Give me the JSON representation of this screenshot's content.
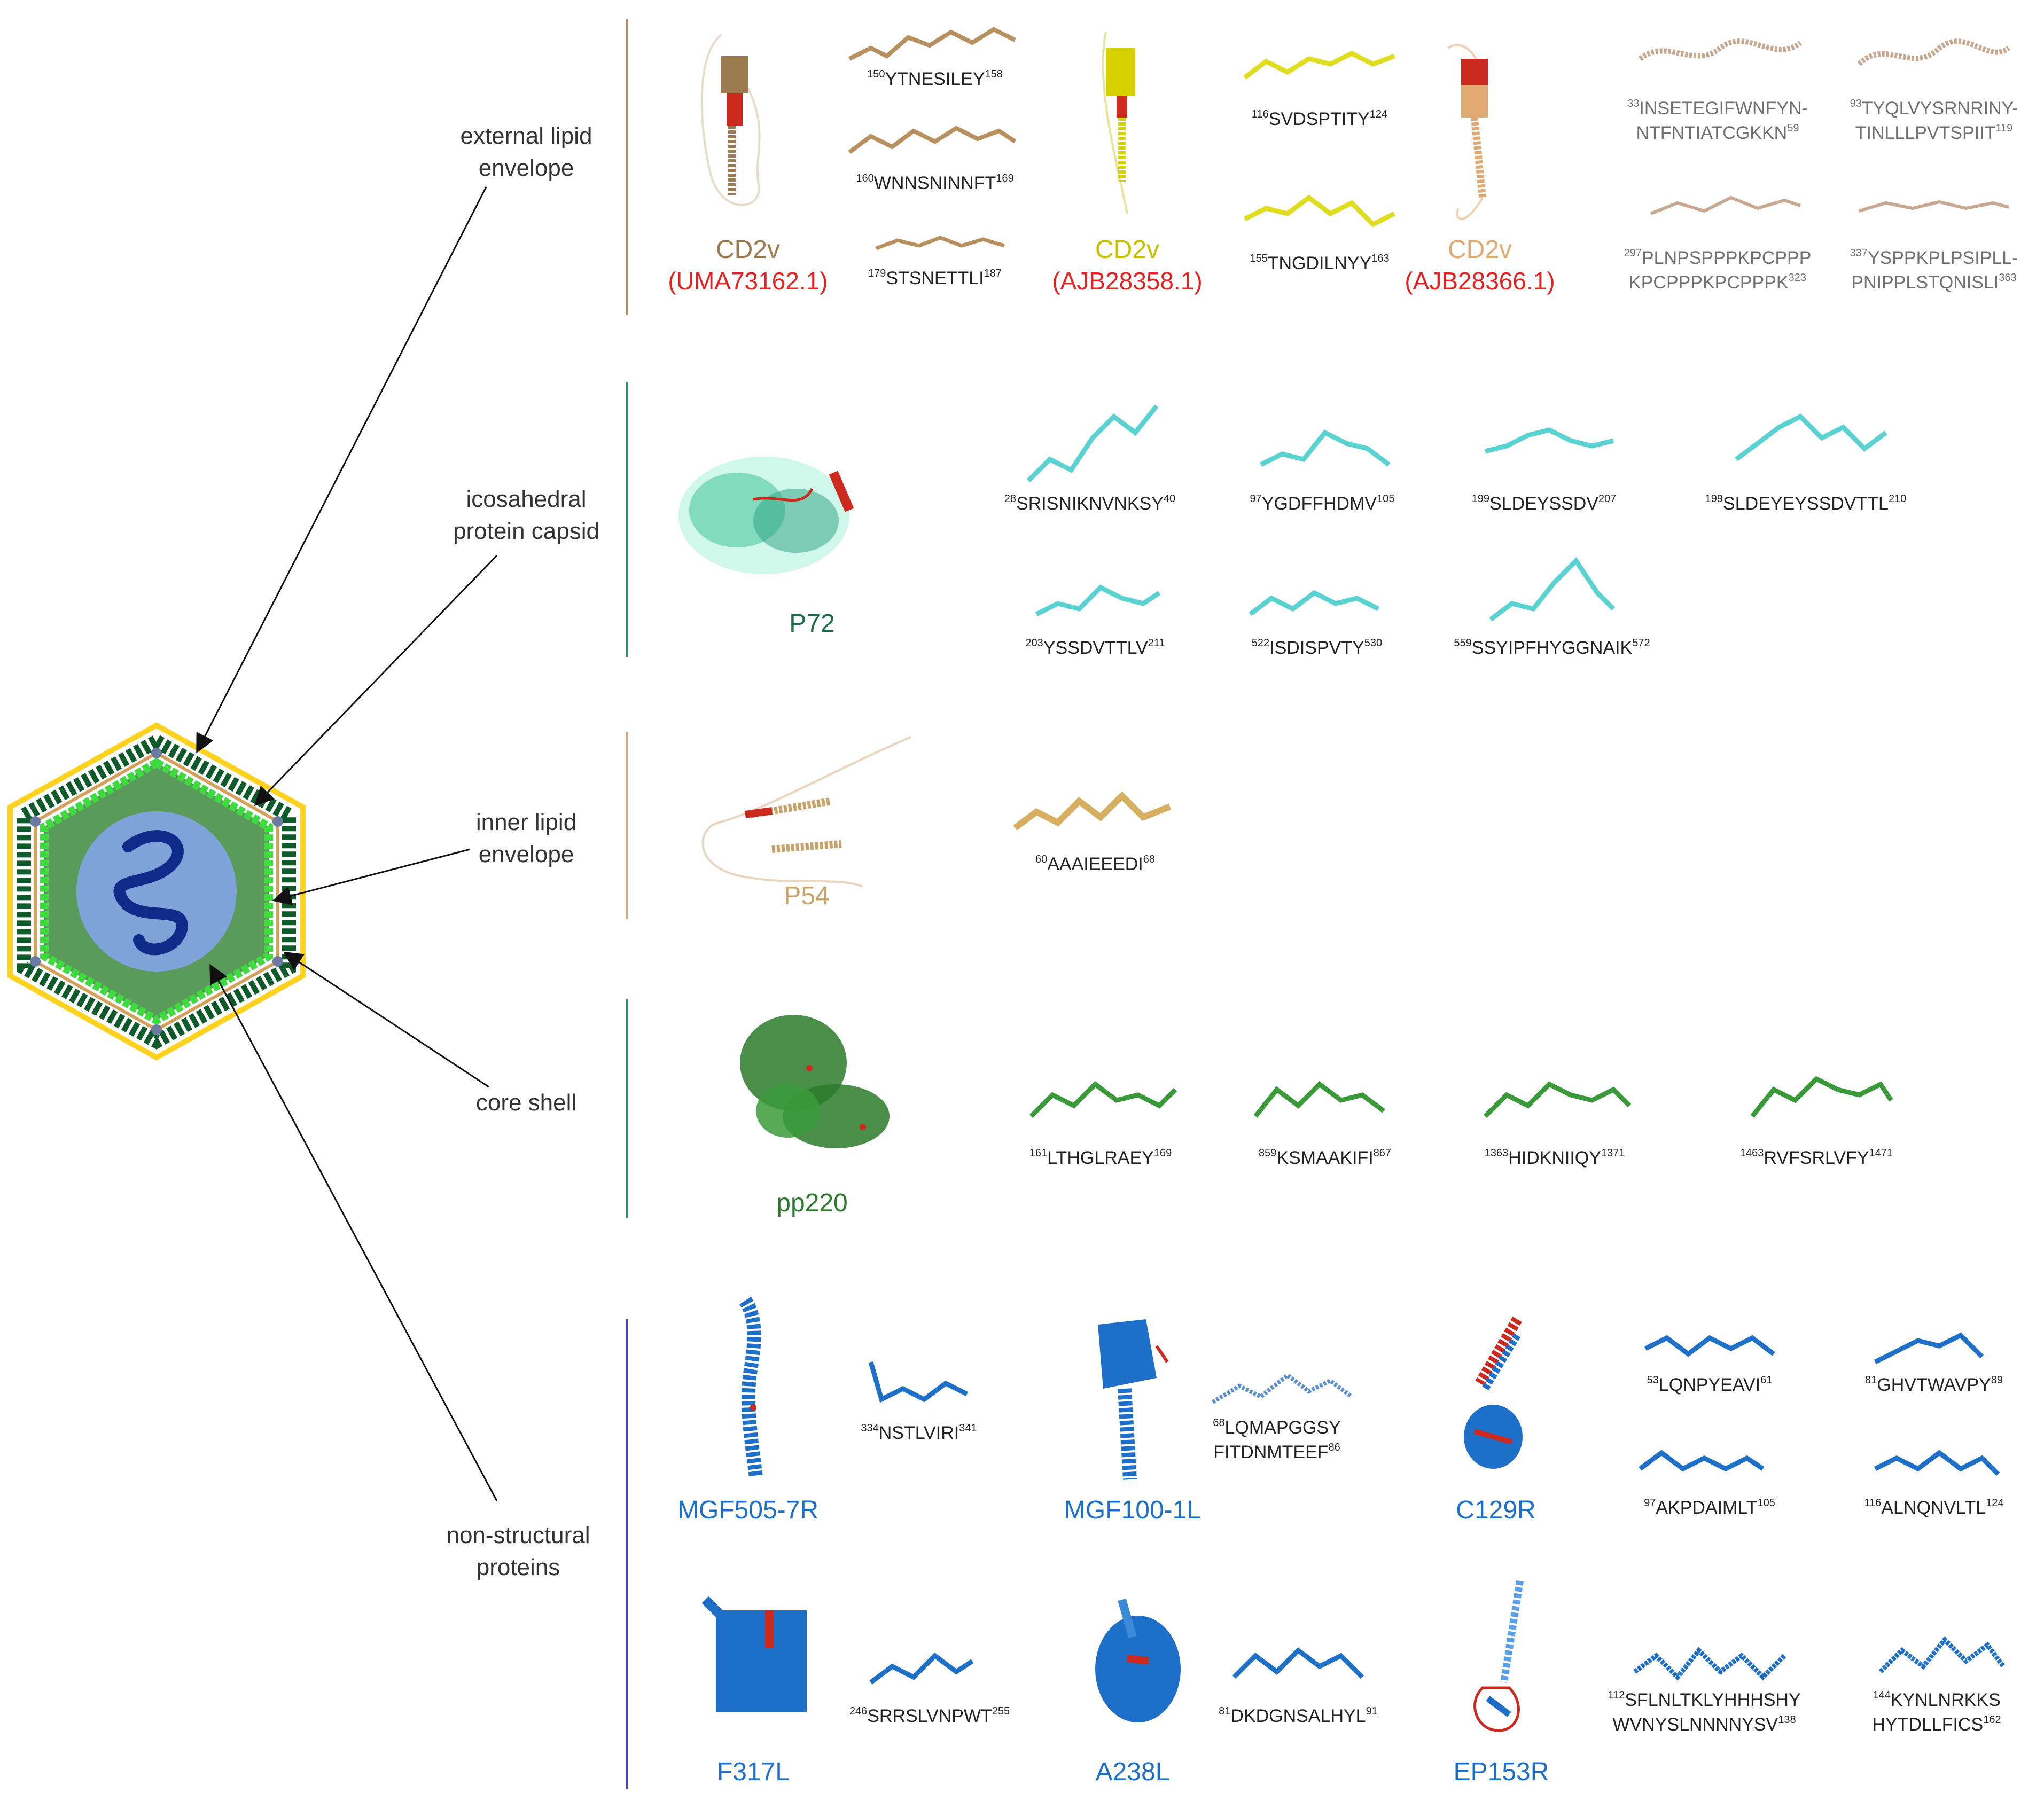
{
  "colors": {
    "cd2v_uma": "#9b7b4f",
    "cd2v_ajb58": "#c8c000",
    "cd2v_ajb66": "#e0aa70",
    "accession": "#e32222",
    "p72": "#1b6e46",
    "p54": "#c9a26a",
    "pp220": "#2a7a2a",
    "nonstruct": "#1e6fc8",
    "line_envelope": "#b98a6a",
    "line_capsid": "#2f8f6f",
    "line_inner": "#d8a67a",
    "line_core": "#2f8f6f",
    "line_nonstruct": "#4a4ab0",
    "hex_yellow": "#ffd21f",
    "hex_darkgreen": "#0f5a2a",
    "hex_lightgreen": "#3ddb3d",
    "hex_core": "#5a9a5a",
    "hex_center": "#7fa3d8",
    "hex_dna": "#102a8a"
  },
  "layers": {
    "external_envelope": "external lipid\nenvelope",
    "capsid": "icosahedral\nprotein capsid",
    "inner_envelope": "inner lipid\nenvelope",
    "core_shell": "core shell",
    "nonstructural": "non-structural\nproteins"
  },
  "proteins": {
    "cd2v_1": {
      "name": "CD2v",
      "accession": "(UMA73162.1)"
    },
    "cd2v_2": {
      "name": "CD2v",
      "accession": "(AJB28358.1)"
    },
    "cd2v_3": {
      "name": "CD2v",
      "accession": "(AJB28366.1)"
    },
    "p72": {
      "name": "P72"
    },
    "p54": {
      "name": "P54"
    },
    "pp220": {
      "name": "pp220"
    },
    "mgf505": {
      "name": "MGF505-7R"
    },
    "mgf100": {
      "name": "MGF100-1L"
    },
    "c129r": {
      "name": "C129R"
    },
    "f317l": {
      "name": "F317L"
    },
    "a238l": {
      "name": "A238L"
    },
    "ep153r": {
      "name": "EP153R"
    }
  },
  "peptides": {
    "e1": {
      "start": "150",
      "seq": "YTNESILEY",
      "end": "158"
    },
    "e2": {
      "start": "160",
      "seq": "WNNSNINNFT",
      "end": "169"
    },
    "e3": {
      "start": "179",
      "seq": "STSNETTLI",
      "end": "187"
    },
    "e4": {
      "start": "116",
      "seq": "SVDSPTITY",
      "end": "124"
    },
    "e5": {
      "start": "155",
      "seq": "TNGDILNYY",
      "end": "163"
    },
    "e6": {
      "start": "33",
      "seq": "INSETEGIFWNFYN-",
      "seq2": "NTFNTIATCGKKN",
      "end": "59"
    },
    "e7": {
      "start": "93",
      "seq": "TYQLVYSRNRINY-",
      "seq2": "TINLLLPVTSPIIT",
      "end": "119"
    },
    "e8": {
      "start": "297",
      "seq": "PLNPSPPPKPCPPP",
      "seq2": "KPCPPPKPCPPPK",
      "end": "323"
    },
    "e9": {
      "start": "337",
      "seq": "YSPPKPLPSIPLL-",
      "seq2": "PNIPPLSTQNISLI",
      "end": "363"
    },
    "c1": {
      "start": "28",
      "seq": "SRISNIKNVNKSY",
      "end": "40"
    },
    "c2": {
      "start": "97",
      "seq": "YGDFFHDMV",
      "end": "105"
    },
    "c3": {
      "start": "199",
      "seq": "SLDEYSSDV",
      "end": "207"
    },
    "c4": {
      "start": "199",
      "seq": "SLDEYEYSSDVTTL",
      "end": "210"
    },
    "c5": {
      "start": "203",
      "seq": "YSSDVTTLV",
      "end": "211"
    },
    "c6": {
      "start": "522",
      "seq": "ISDISPVTY",
      "end": "530"
    },
    "c7": {
      "start": "559",
      "seq": "SSYIPFHYGGNAIK",
      "end": "572"
    },
    "i1": {
      "start": "60",
      "seq": "AAAIEEEDI",
      "end": "68"
    },
    "k1": {
      "start": "161",
      "seq": "LTHGLRAEY",
      "end": "169"
    },
    "k2": {
      "start": "859",
      "seq": "KSMAAKIFI",
      "end": "867"
    },
    "k3": {
      "start": "1363",
      "seq": "HIDKNIIQY",
      "end": "1371"
    },
    "k4": {
      "start": "1463",
      "seq": "RVFSRLVFY",
      "end": "1471"
    },
    "n1": {
      "start": "334",
      "seq": "NSTLVIRI",
      "end": "341"
    },
    "n2": {
      "start": "68",
      "seq": "LQMAPGGSY",
      "seq2": "FITDNMTEEF",
      "end": "86"
    },
    "n3": {
      "start": "53",
      "seq": "LQNPYEAVI",
      "end": "61"
    },
    "n4": {
      "start": "81",
      "seq": "GHVTWAVPY",
      "end": "89"
    },
    "n5": {
      "start": "97",
      "seq": "AKPDAIMLT",
      "end": "105"
    },
    "n6": {
      "start": "116",
      "seq": "ALNQNVLTL",
      "end": "124"
    },
    "n7": {
      "start": "246",
      "seq": "SRRSLVNPWT",
      "end": "255"
    },
    "n8": {
      "start": "81",
      "seq": "DKDGNSALHYL",
      "end": "91"
    },
    "n9": {
      "start": "112",
      "seq": "SFLNLTKLYHHHSHY",
      "seq2": "WVNYSLNNNNYSV",
      "end": "138"
    },
    "n10": {
      "start": "144",
      "seq": "KYNLNRKKS",
      "seq2": "HYTDLLFICS",
      "end": "162"
    }
  }
}
